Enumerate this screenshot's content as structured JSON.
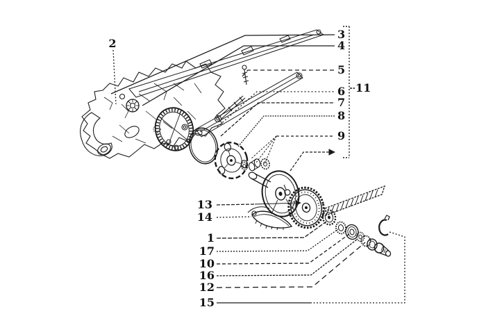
{
  "figure": {
    "type": "exploded-parts-diagram",
    "subject": "engine driving pulley (variator) assembly exploded view",
    "background_color": "#ffffff",
    "line_color": "#1a1a1a"
  },
  "callouts": {
    "engine_part": {
      "label": "2"
    },
    "assembly_group": {
      "label": "11"
    },
    "right_column": [
      {
        "label": "3"
      },
      {
        "label": "4"
      },
      {
        "label": "5"
      },
      {
        "label": "6"
      },
      {
        "label": "7"
      },
      {
        "label": "8"
      },
      {
        "label": "9"
      }
    ],
    "left_column": [
      {
        "label": "13"
      },
      {
        "label": "14"
      },
      {
        "label": "1"
      },
      {
        "label": "17"
      },
      {
        "label": "10"
      },
      {
        "label": "16"
      },
      {
        "label": "12"
      },
      {
        "label": "15"
      }
    ]
  }
}
